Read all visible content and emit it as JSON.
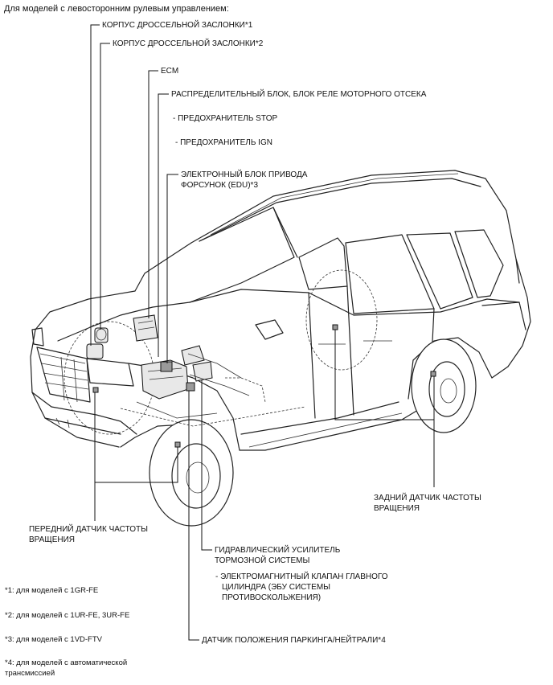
{
  "heading": "Для моделей с левосторонним рулевым управлением:",
  "labels": {
    "throttle1": "КОРПУС ДРОССЕЛЬНОЙ ЗАСЛОНКИ*1",
    "throttle2": "КОРПУС ДРОССЕЛЬНОЙ ЗАСЛОНКИ*2",
    "ecm": "ECM",
    "relay_block": "РАСПРЕДЕЛИТЕЛЬНЫЙ БЛОК, БЛОК РЕЛЕ МОТОРНОГО ОТСЕКА",
    "fuse_stop": "- ПРЕДОХРАНИТЕЛЬ STOP",
    "fuse_ign": "- ПРЕДОХРАНИТЕЛЬ IGN",
    "edu_line1": "ЭЛЕКТРОННЫЙ БЛОК ПРИВОДА",
    "edu_line2": "ФОРСУНОК (EDU)*3",
    "rear_sensor_line1": "ЗАДНИЙ ДАТЧИК ЧАСТОТЫ",
    "rear_sensor_line2": "ВРАЩЕНИЯ",
    "front_sensor_line1": "ПЕРЕДНИЙ ДАТЧИК ЧАСТОТЫ",
    "front_sensor_line2": "ВРАЩЕНИЯ",
    "brake_booster_line1": "ГИДРАВЛИЧЕСКИЙ УСИЛИТЕЛЬ",
    "brake_booster_line2": "ТОРМОЗНОЙ СИСТЕМЫ",
    "valve_line1": "- ЭЛЕКТРОМАГНИТНЫЙ КЛАПАН ГЛАВНОГО",
    "valve_line2": "ЦИЛИНДРА (ЭБУ СИСТЕМЫ",
    "valve_line3": "ПРОТИВОСКОЛЬЖЕНИЯ)",
    "park_neutral": "ДАТЧИК ПОЛОЖЕНИЯ ПАРКИНГА/НЕЙТРАЛИ*4"
  },
  "footnotes": {
    "n1": "*1: для моделей с 1GR-FE",
    "n2": "*2: для моделей с 1UR-FE, 3UR-FE",
    "n3": "*3: для моделей с 1VD-FTV",
    "n4_line1": "*4: для моделей с автоматической",
    "n4_line2": "трансмиссией"
  }
}
